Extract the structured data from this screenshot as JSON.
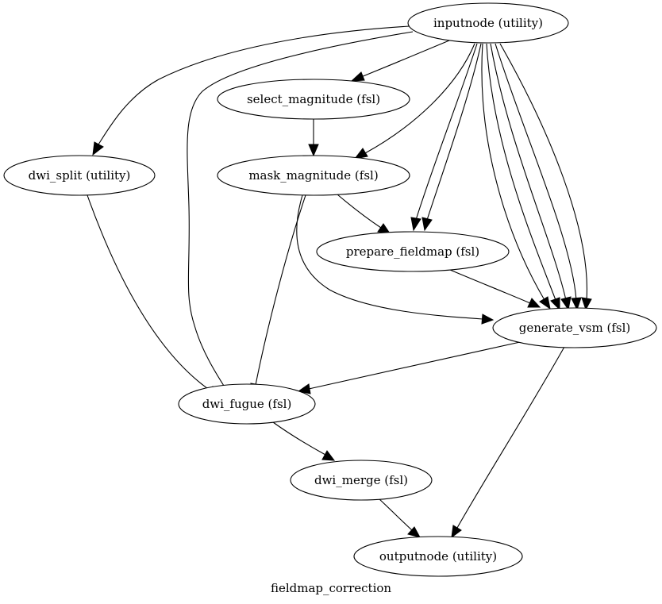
{
  "graph": {
    "caption": "fieldmap_correction",
    "nodes": {
      "inputnode": "inputnode (utility)",
      "select_magnitude": "select_magnitude (fsl)",
      "dwi_split": "dwi_split (utility)",
      "mask_magnitude": "mask_magnitude (fsl)",
      "prepare_fieldmap": "prepare_fieldmap (fsl)",
      "generate_vsm": "generate_vsm (fsl)",
      "dwi_fugue": "dwi_fugue (fsl)",
      "dwi_merge": "dwi_merge (fsl)",
      "outputnode": "outputnode (utility)"
    },
    "edges": [
      {
        "from": "inputnode",
        "to": "select_magnitude"
      },
      {
        "from": "inputnode",
        "to": "dwi_split"
      },
      {
        "from": "inputnode",
        "to": "dwi_fugue"
      },
      {
        "from": "inputnode",
        "to": "mask_magnitude"
      },
      {
        "from": "inputnode",
        "to": "prepare_fieldmap"
      },
      {
        "from": "inputnode",
        "to": "prepare_fieldmap"
      },
      {
        "from": "inputnode",
        "to": "generate_vsm"
      },
      {
        "from": "inputnode",
        "to": "generate_vsm"
      },
      {
        "from": "inputnode",
        "to": "generate_vsm"
      },
      {
        "from": "inputnode",
        "to": "generate_vsm"
      },
      {
        "from": "inputnode",
        "to": "generate_vsm"
      },
      {
        "from": "select_magnitude",
        "to": "mask_magnitude"
      },
      {
        "from": "mask_magnitude",
        "to": "prepare_fieldmap"
      },
      {
        "from": "mask_magnitude",
        "to": "dwi_fugue"
      },
      {
        "from": "mask_magnitude",
        "to": "generate_vsm"
      },
      {
        "from": "dwi_split",
        "to": "dwi_fugue"
      },
      {
        "from": "prepare_fieldmap",
        "to": "generate_vsm"
      },
      {
        "from": "generate_vsm",
        "to": "dwi_fugue"
      },
      {
        "from": "generate_vsm",
        "to": "outputnode"
      },
      {
        "from": "dwi_fugue",
        "to": "dwi_merge"
      },
      {
        "from": "dwi_merge",
        "to": "outputnode"
      }
    ]
  }
}
